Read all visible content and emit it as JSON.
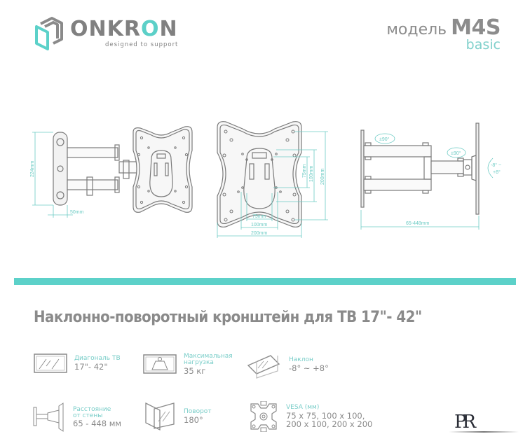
{
  "brand": {
    "name_part1": "ONKR",
    "name_o": "O",
    "name_part2": "N",
    "tagline": "designed to support",
    "accent_color": "#5cd1c9"
  },
  "model": {
    "label": "модель",
    "name": "M4S",
    "variant": "basic"
  },
  "drawings": {
    "front": {
      "height_dim": "224mm",
      "depth_dim": "50mm"
    },
    "plate": {
      "vesa_h_dims": [
        "75mm",
        "100mm",
        "200mm"
      ],
      "vesa_v_dims": [
        "75mm",
        "100mm",
        "200mm"
      ]
    },
    "side": {
      "swivel_wall": "±90°",
      "swivel_tv": "±90°",
      "tilt_top": "-8° ~",
      "tilt_bottom": "+8°",
      "extension_dim": "65-448mm"
    }
  },
  "product_title": "Наклонно-поворотный кронштейн для ТВ 17\"- 42\"",
  "specs": [
    {
      "icon": "tv-diagonal-icon",
      "label": "Диагональ ТВ",
      "value": "17\"- 42\""
    },
    {
      "icon": "max-load-weight-icon",
      "label_line1": "Максимальная",
      "label_line2": "нагрузка",
      "value": "35 кг"
    },
    {
      "icon": "tilt-icon",
      "label": "Наклон",
      "value": "-8° ~ +8°"
    },
    {
      "icon": "wall-distance-icon",
      "label_line1": "Расстояние",
      "label_line2": "от стены",
      "value": "65 - 448 мм"
    },
    {
      "icon": "swivel-icon",
      "label": "Поворот",
      "value": "180°"
    },
    {
      "icon": "vesa-plate-icon",
      "label": "VESA (мм)",
      "value_line1": "75 x 75, 100 x 100,",
      "value_line2": "200 x 100, 200 x 200"
    }
  ],
  "seller_mark": {
    "text": "PR"
  }
}
